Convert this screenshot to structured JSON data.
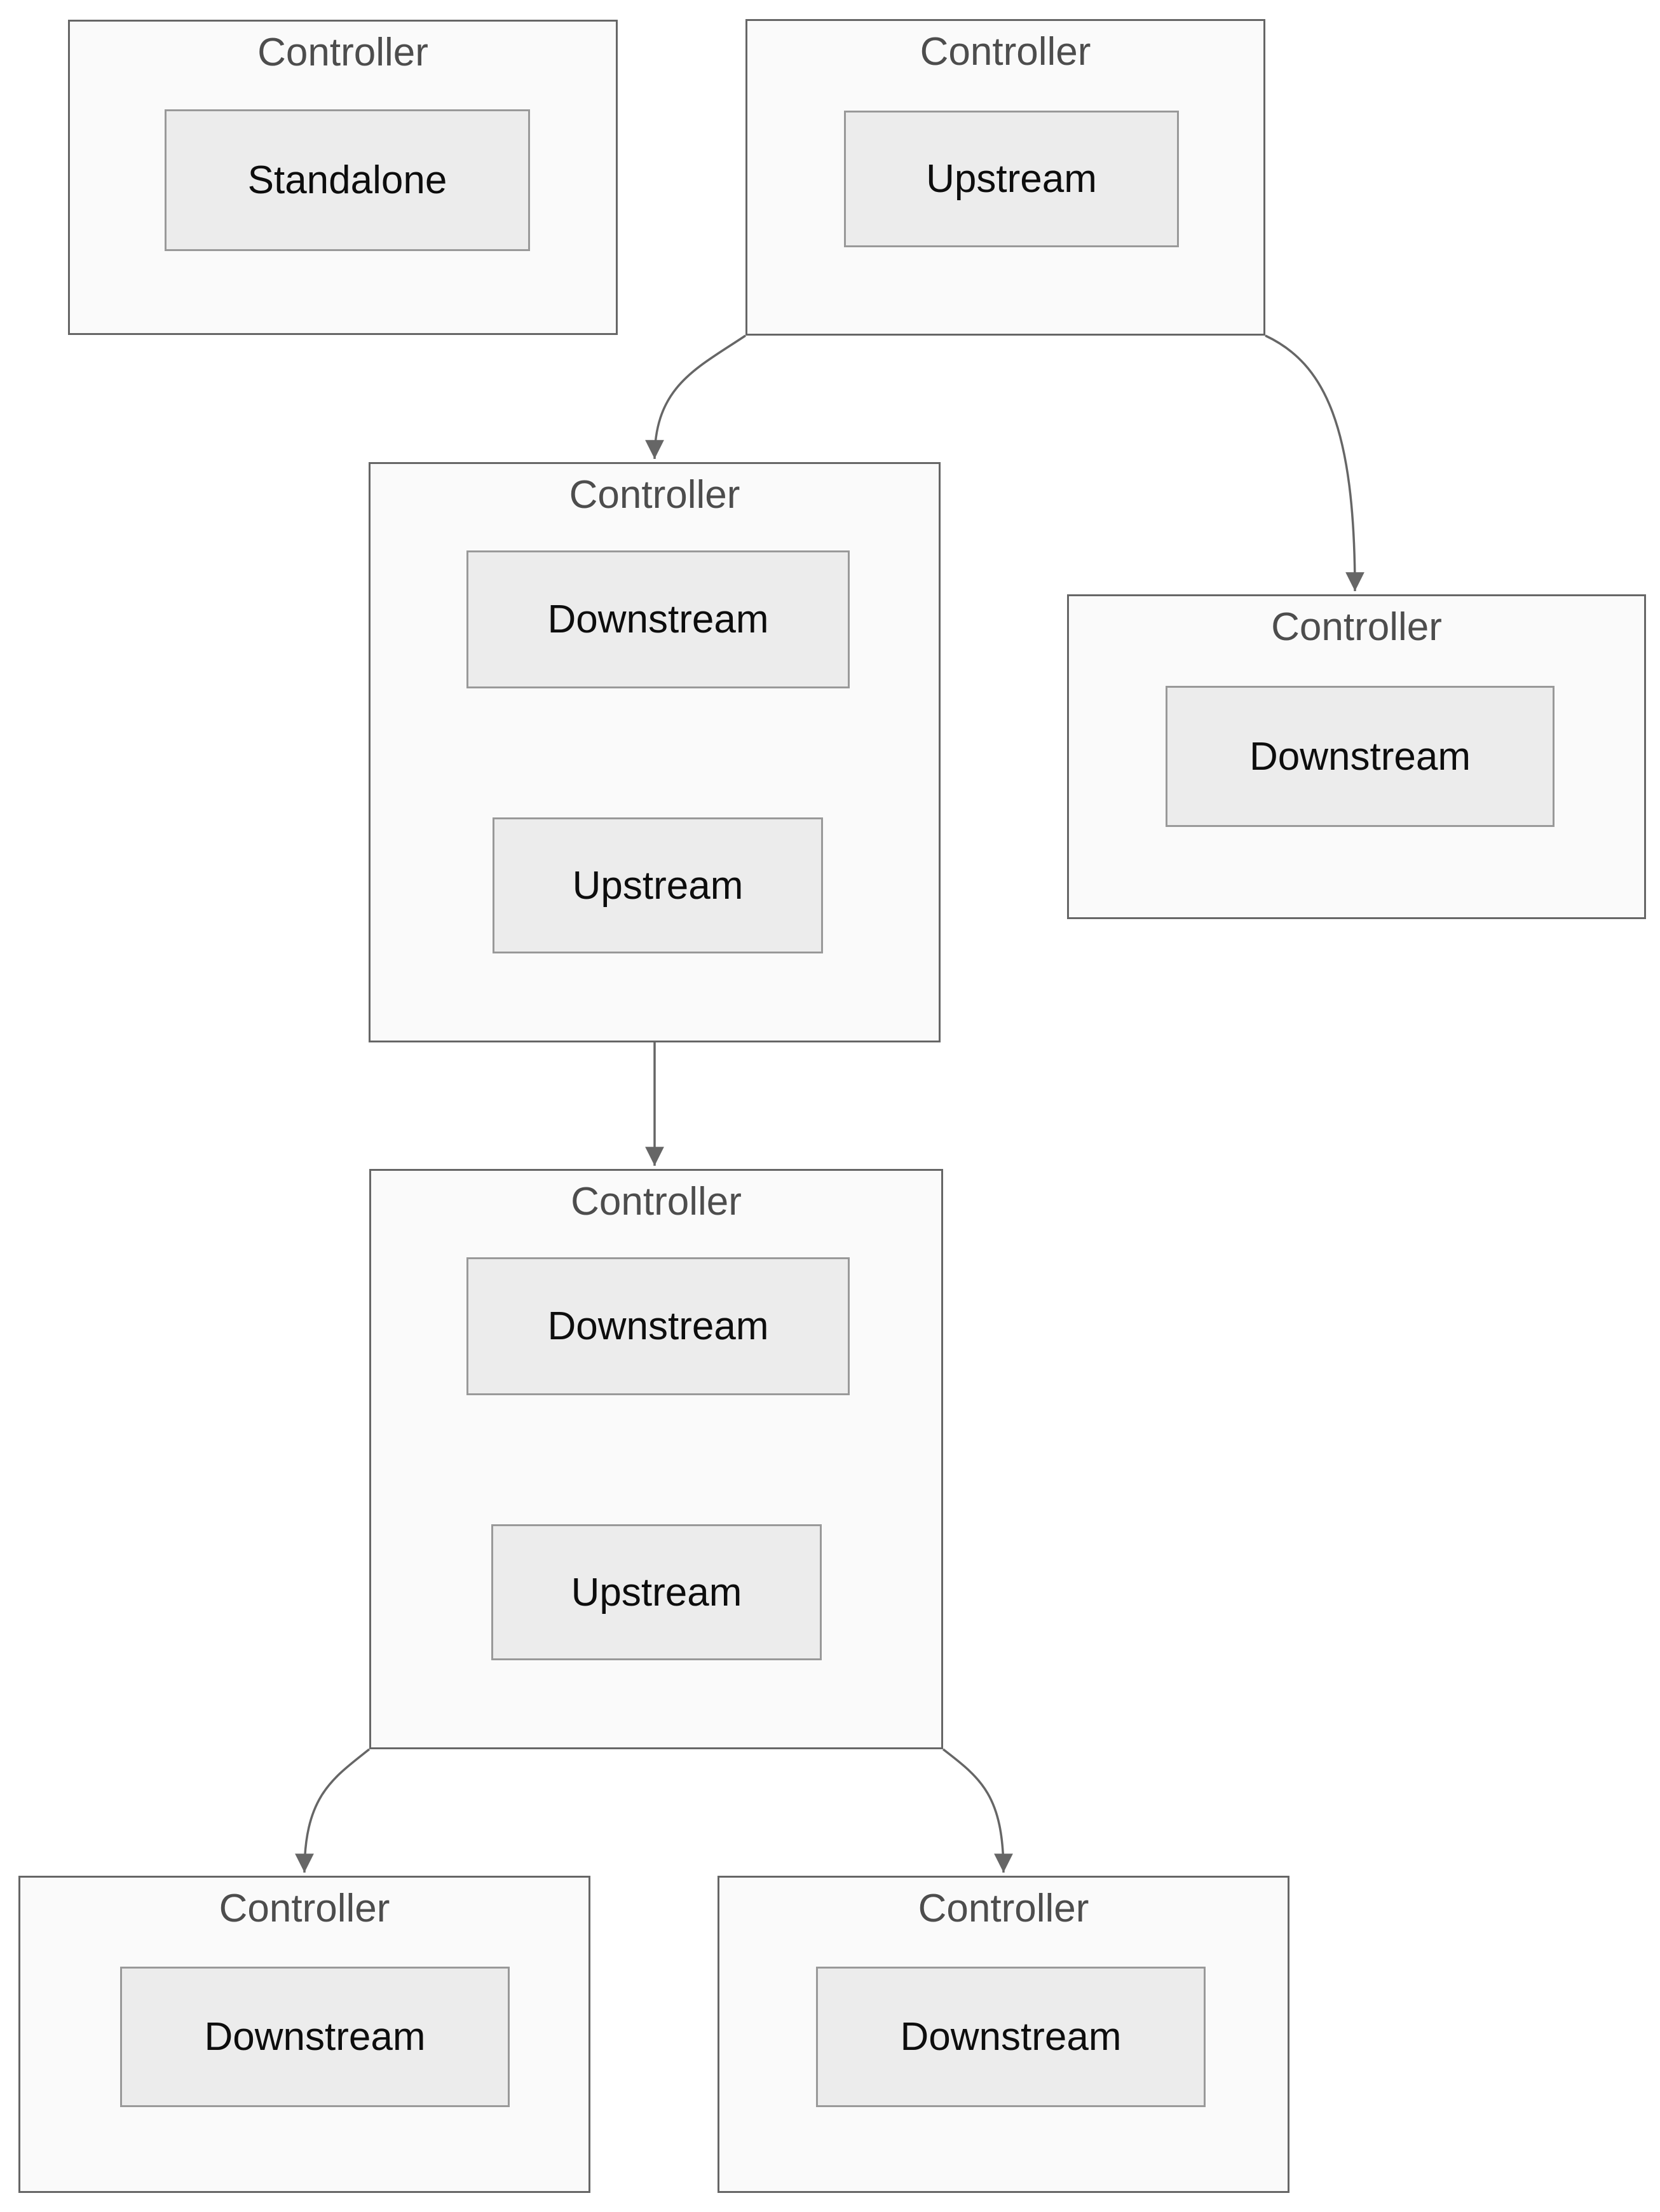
{
  "diagram": {
    "background": "#ffffff",
    "colors": {
      "node_fill": "#fafafa",
      "node_border": "#666666",
      "module_fill": "#ececec",
      "module_border": "#999999",
      "connector": "#666666",
      "title_text": "#4d4d4d",
      "module_text": "#0d0d0d"
    },
    "nodes": [
      {
        "id": 1,
        "title": "Controller",
        "modules": [
          "Standalone"
        ]
      },
      {
        "id": 2,
        "title": "Controller",
        "modules": [
          "Upstream"
        ]
      },
      {
        "id": 3,
        "title": "Controller",
        "modules": [
          "Downstream",
          "Upstream"
        ]
      },
      {
        "id": 4,
        "title": "Controller",
        "modules": [
          "Downstream"
        ]
      },
      {
        "id": 5,
        "title": "Controller",
        "modules": [
          "Downstream",
          "Upstream"
        ]
      },
      {
        "id": 6,
        "title": "Controller",
        "modules": [
          "Downstream"
        ]
      },
      {
        "id": 7,
        "title": "Controller",
        "modules": [
          "Downstream"
        ]
      }
    ],
    "edges": [
      {
        "from": 2,
        "to": 3
      },
      {
        "from": 2,
        "to": 4
      },
      {
        "from": 3,
        "to": 5
      },
      {
        "from": 5,
        "to": 6
      },
      {
        "from": 5,
        "to": 7
      }
    ]
  }
}
